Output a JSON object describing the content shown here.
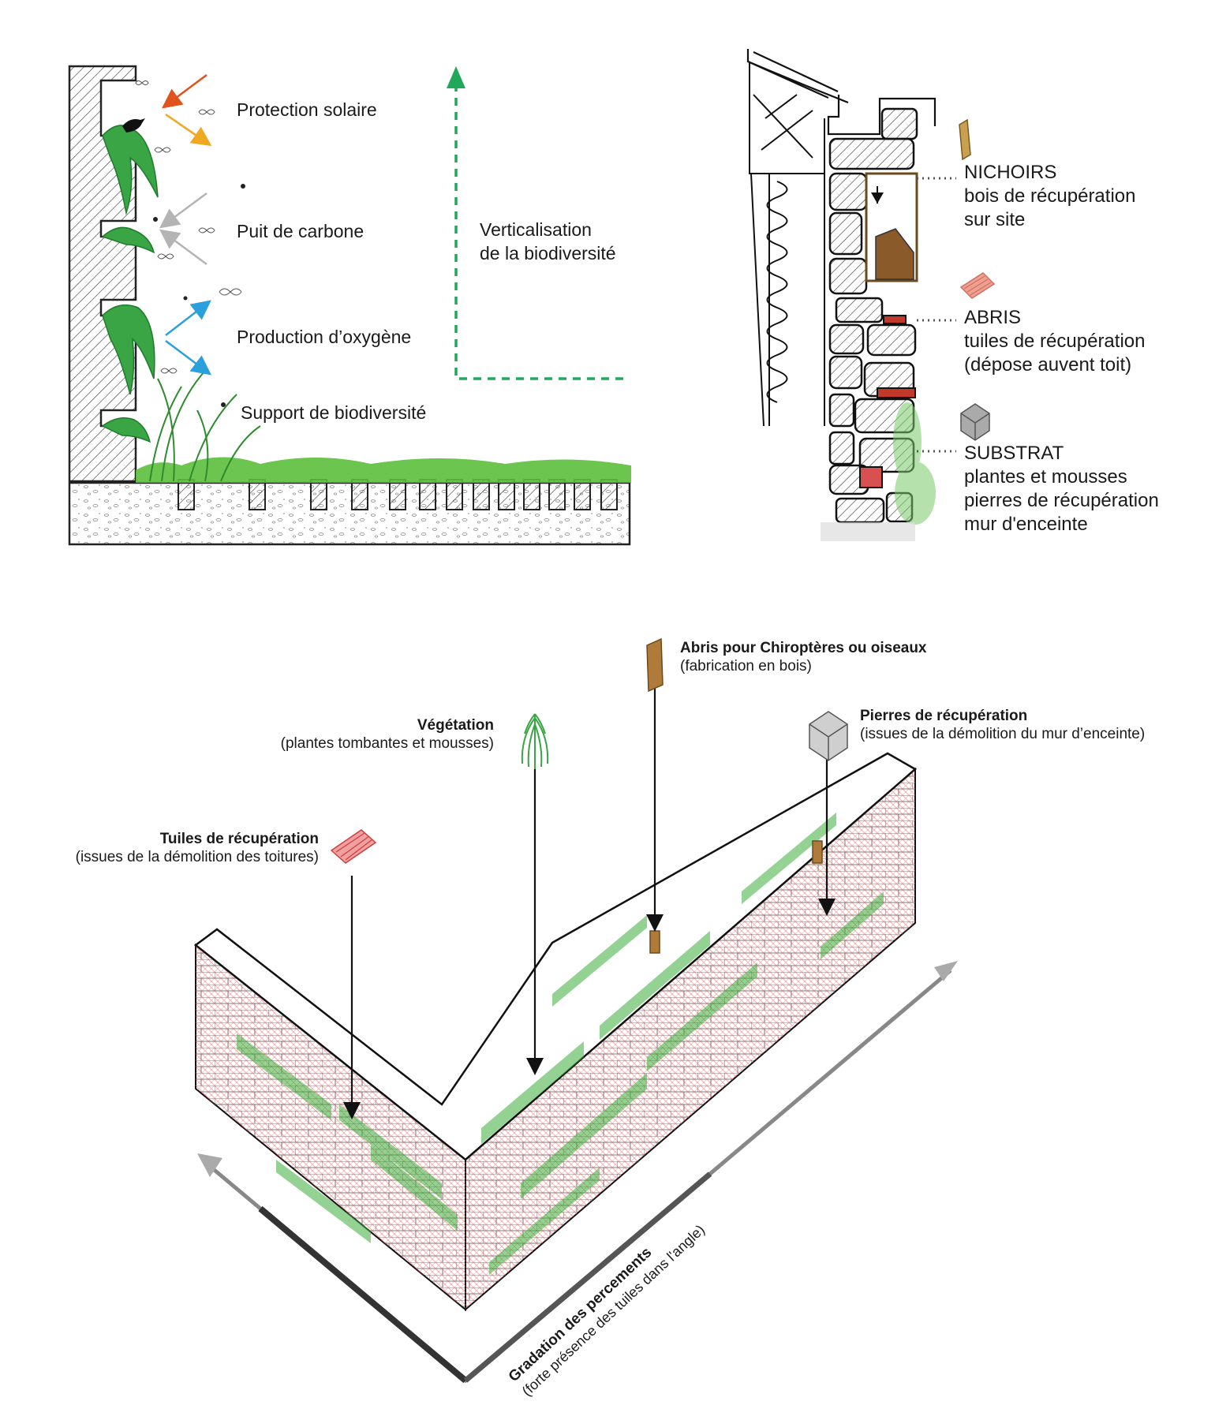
{
  "facade_section": {
    "labels": [
      {
        "key": "solar",
        "text": "Protection solaire"
      },
      {
        "key": "carbon",
        "text": "Puit de carbone"
      },
      {
        "key": "oxygen",
        "text": "Production d’oxygène"
      },
      {
        "key": "biodiversity",
        "text": "Support de biodiversité"
      }
    ],
    "vertical_label": [
      "Verticalisation",
      "de la biodiversité"
    ],
    "arrow_colors": {
      "solar_in": "#e0531c",
      "solar_out": "#f0a820",
      "carbon": "#b4b4b4",
      "oxygen": "#2aa0dc",
      "vertical": "#22a85a"
    }
  },
  "wall_detail": {
    "items": [
      {
        "title": "NICHOIRS",
        "lines": [
          "bois de récupération",
          "sur site"
        ],
        "icon": "wood-plank-icon",
        "color": "#a27a3a"
      },
      {
        "title": "ABRIS",
        "lines": [
          "tuiles de récupération",
          "(dépose auvent toit)"
        ],
        "icon": "roof-tile-icon",
        "color": "#e07a6a"
      },
      {
        "title": "SUBSTRAT",
        "lines": [
          "plantes et mousses",
          "pierres de récupération",
          "mur d'enceinte"
        ],
        "icon": "stone-cube-icon",
        "color": "#9a9a9a"
      }
    ]
  },
  "axonometric": {
    "annotations": [
      {
        "key": "tiles",
        "title": "Tuiles de récupération",
        "sub": "(issues de la démolition des toitures)",
        "icon": "roof-tile-icon"
      },
      {
        "key": "vegetation",
        "title": "Végétation",
        "sub": "(plantes tombantes et mousses)",
        "icon": "plant-icon"
      },
      {
        "key": "shelters",
        "title": "Abris pour Chiroptères ou oiseaux",
        "sub": "(fabrication en bois)",
        "icon": "wood-plank-icon"
      },
      {
        "key": "stones",
        "title": "Pierres de récupération",
        "sub": "(issues de la démolition du mur d’enceinte)",
        "icon": "stone-cube-icon"
      }
    ],
    "gradient_title": "Gradation des percements",
    "gradient_sub": "(forte présence des tuiles dans l'angle)",
    "colors": {
      "tile": "#e86464",
      "moss": "#3cae3c",
      "stone": "#ffffff"
    }
  }
}
